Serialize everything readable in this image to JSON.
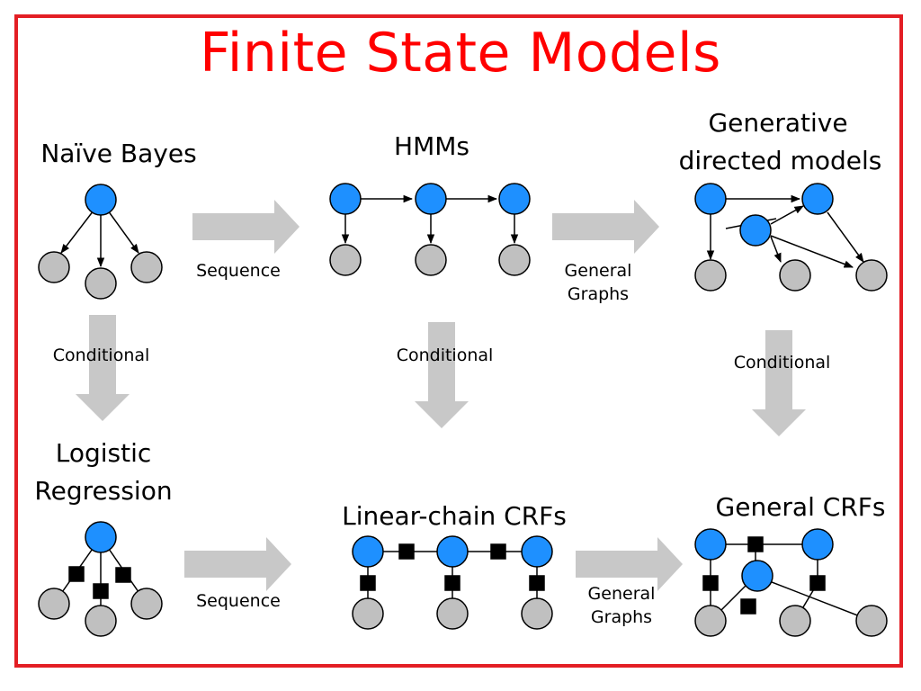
{
  "title": "Finite State Models",
  "models": {
    "naive_bayes": "Naïve Bayes",
    "hmms": "HMMs",
    "generative_line1": "Generative",
    "generative_line2": "directed models",
    "logistic_line1": "Logistic",
    "logistic_line2": "Regression",
    "linear_chain_crfs": "Linear-chain CRFs",
    "general_crfs": "General CRFs"
  },
  "transitions": {
    "sequence_top": "Sequence",
    "general_graphs_top_line1": "General",
    "general_graphs_top_line2": "Graphs",
    "conditional_left": "Conditional",
    "conditional_middle": "Conditional",
    "conditional_right": "Conditional",
    "sequence_bottom": "Sequence",
    "general_graphs_bottom_line1": "General",
    "general_graphs_bottom_line2": "Graphs"
  },
  "colors": {
    "title": "#ff0000",
    "frame": "#e31e24",
    "hidden_node": "#1e90ff",
    "observed_node": "#c0c0c0",
    "arrow": "#c8c8c8",
    "factor": "#000000"
  }
}
